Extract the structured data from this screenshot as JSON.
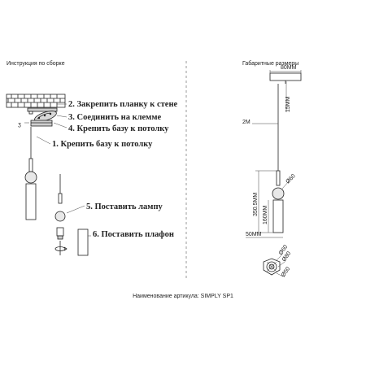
{
  "left_header": "Инструкция по сборке",
  "right_header": "Габаритные размеры",
  "steps": [
    "2. Закрепить планку к стене",
    "3. Соединить на клемме",
    "4. Крепить базу к потолку",
    "1. Крепить базу к потолку",
    "5. Поставить лампу",
    "6. Поставить плафон"
  ],
  "dimensions": {
    "cable": "2M",
    "canopy_width": "80MM",
    "canopy_height": "15MM",
    "ball": "Ø60",
    "total_height": "350.5MM",
    "shade_height": "160MM",
    "shade_width": "50MM",
    "top_d1": "Ø60",
    "top_d2": "Ø80",
    "top_d3": "Ø50"
  },
  "footer": "Наименование артикула: SIMPLY SP1"
}
